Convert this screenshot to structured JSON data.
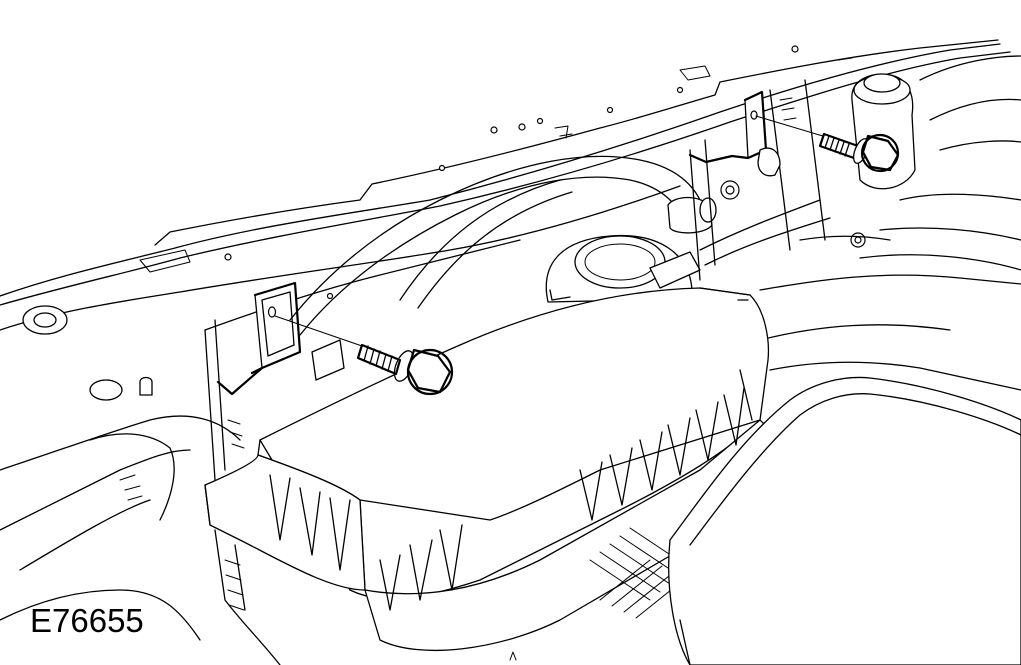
{
  "figure": {
    "label": "E76655",
    "background": "#ffffff",
    "ink": "#000000"
  },
  "callouts": [
    {
      "name": "bolt-right",
      "icon": "bolt-icon"
    },
    {
      "name": "bolt-left",
      "icon": "bolt-icon"
    }
  ]
}
